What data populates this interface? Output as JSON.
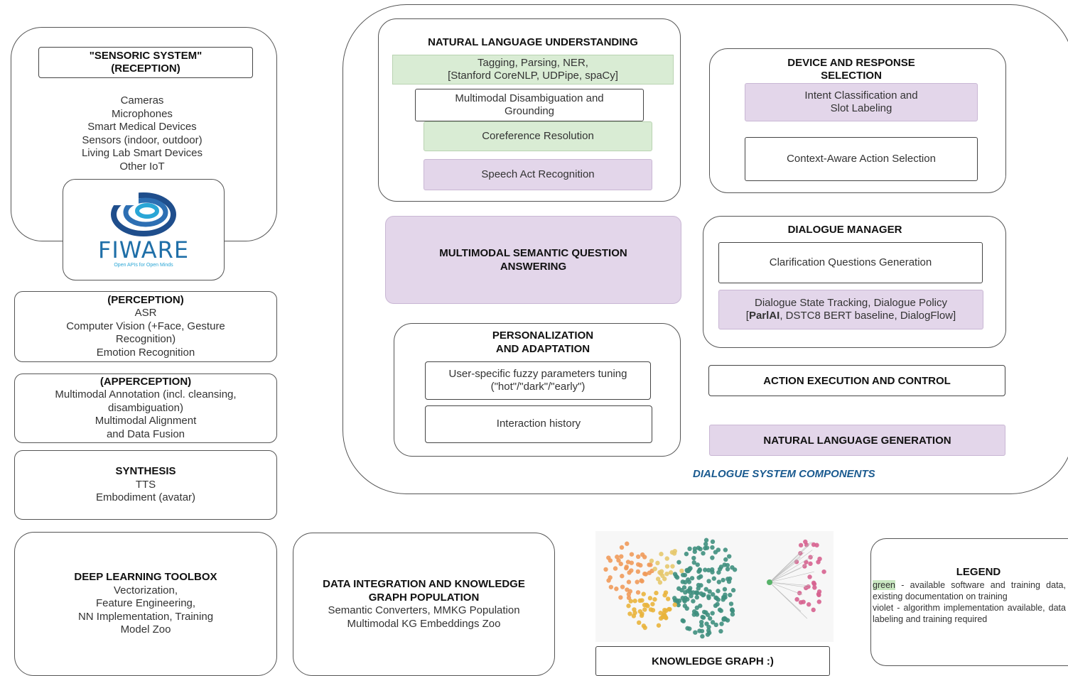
{
  "sensoric": {
    "title_line1": "\"SENSORIC SYSTEM\"",
    "title_line2": "(RECEPTION)",
    "items": [
      "Cameras",
      "Microphones",
      "Smart Medical Devices",
      "Sensors (indoor, outdoor)",
      "Living Lab Smart Devices",
      "Other IoT"
    ],
    "logo_text": "FIWARE",
    "logo_tagline": "Open APIs for Open Minds"
  },
  "perception": {
    "title": "(PERCEPTION)",
    "lines": [
      "ASR",
      "Computer Vision (+Face, Gesture",
      "Recognition)",
      "Emotion Recognition"
    ]
  },
  "apperception": {
    "title": "(APPERCEPTION)",
    "lines": [
      "Multimodal Annotation (incl. cleansing,",
      "disambiguation)",
      "Multimodal Alignment",
      "and Data Fusion"
    ]
  },
  "synthesis": {
    "title": "SYNTHESIS",
    "lines": [
      "TTS",
      "Embodiment (avatar)"
    ]
  },
  "nlu": {
    "title": "NATURAL LANGUAGE UNDERSTANDING",
    "tagging_line1": "Tagging, Parsing, NER,",
    "tagging_line2": "[Stanford CoreNLP, UDPipe, spaCy]",
    "disamb_line1": "Multimodal Disambiguation and",
    "disamb_line2": "Grounding",
    "coref": "Coreference Resolution",
    "speech_act": "Speech Act Recognition"
  },
  "device": {
    "title_line1": "DEVICE AND RESPONSE",
    "title_line2": "SELECTION",
    "intent_line1": "Intent Classification and",
    "intent_line2": "Slot Labeling",
    "context": "Context-Aware Action Selection"
  },
  "mmqa": {
    "line1": "MULTIMODAL SEMANTIC QUESTION",
    "line2": "ANSWERING"
  },
  "dm": {
    "title": "DIALOGUE MANAGER",
    "clarification": "Clarification Questions Generation",
    "state_line1": "Dialogue State Tracking, Dialogue Policy",
    "state_bracket_open": "[",
    "state_parlai": "ParlAI",
    "state_rest": ", DSTC8 BERT baseline, DialogFlow]"
  },
  "personalization": {
    "title_line1": "PERSONALIZATION",
    "title_line2": "AND ADAPTATION",
    "fuzzy_line1": "User-specific fuzzy parameters tuning",
    "fuzzy_line2": "(\"hot\"/\"dark\"/\"early\")",
    "history": "Interaction history"
  },
  "action_exec": "ACTION EXECUTION AND CONTROL",
  "nlg": "NATURAL LANGUAGE GENERATION",
  "dsc_caption": "DIALOGUE SYSTEM COMPONENTS",
  "deep_learning": {
    "title": "DEEP LEARNING TOOLBOX",
    "lines": [
      "Vectorization,",
      "Feature Engineering,",
      "NN Implementation, Training",
      "Model Zoo"
    ]
  },
  "data_integration": {
    "title_line1": "DATA INTEGRATION AND KNOWLEDGE",
    "title_line2": "GRAPH POPULATION",
    "lines": [
      "Semantic Converters, MMKG Population",
      "Multimodal KG Embeddings Zoo"
    ]
  },
  "knowledge_graph": "KNOWLEDGE GRAPH :)",
  "legend": {
    "title": "LEGEND",
    "green_word": "green",
    "green_rest": " - available software and training data, existing documentation on training",
    "violet_word": "violet",
    "violet_rest": " - algorithm implementation available, data labeling and training required"
  },
  "colors": {
    "green_fill": "#d9ecd4",
    "violet_fill": "#e3d6ea",
    "caption_blue": "#1a5a8f"
  }
}
